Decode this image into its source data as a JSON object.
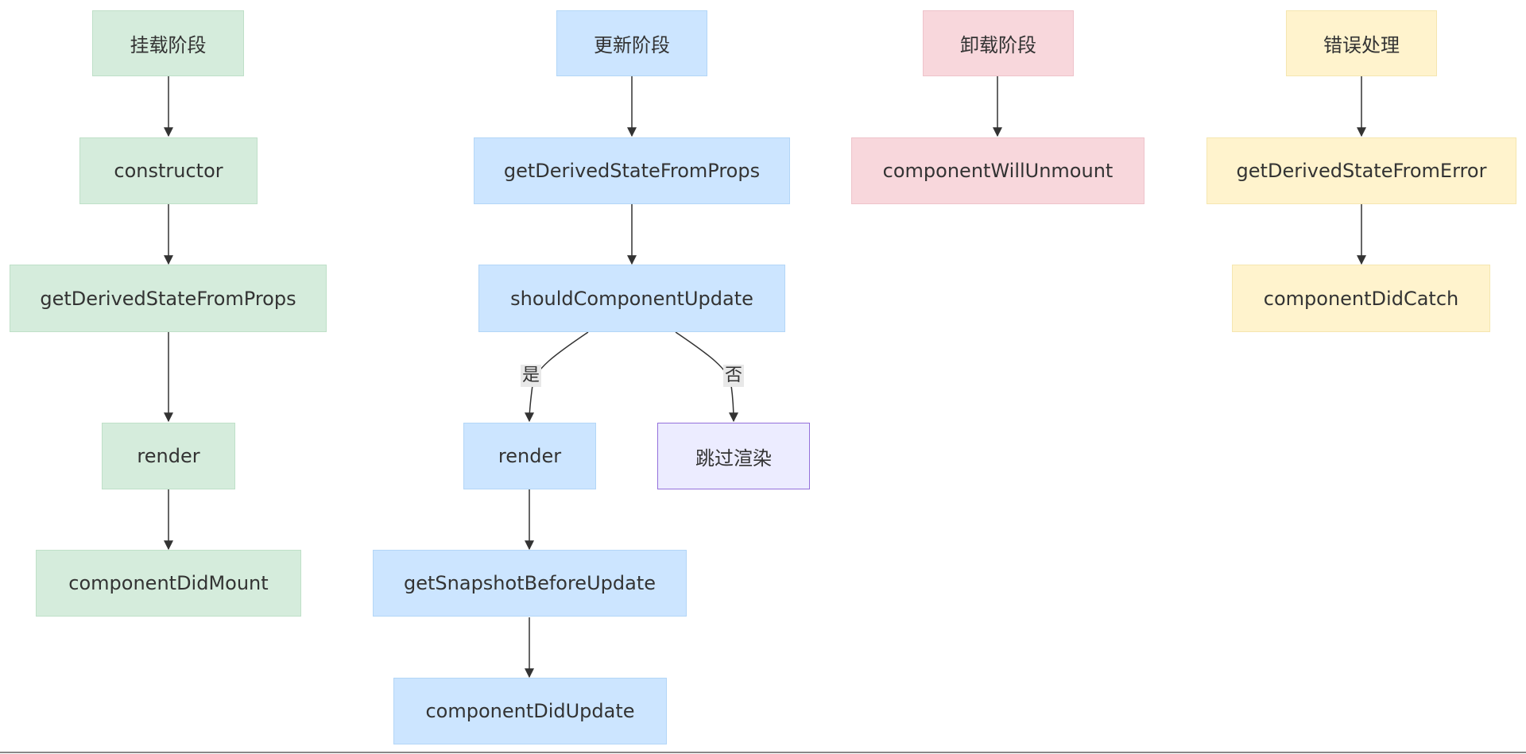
{
  "colors": {
    "mount": {
      "fill": "#d5ecdc",
      "stroke": "#bfe0c8"
    },
    "update": {
      "fill": "#cce5ff",
      "stroke": "#b3d6f7"
    },
    "unmount": {
      "fill": "#f8d7dc",
      "stroke": "#eec3ca"
    },
    "error": {
      "fill": "#fff3cd",
      "stroke": "#f5e6b0"
    },
    "skip": {
      "fill": "#ececff",
      "stroke": "#9370db"
    },
    "edge": "#333333"
  },
  "columns": {
    "mount": {
      "header": "挂载阶段",
      "steps": [
        "constructor",
        "getDerivedStateFromProps",
        "render",
        "componentDidMount"
      ]
    },
    "update": {
      "header": "更新阶段",
      "steps": [
        "getDerivedStateFromProps",
        "shouldComponentUpdate",
        "render",
        "getSnapshotBeforeUpdate",
        "componentDidUpdate"
      ],
      "skip": "跳过渲染"
    },
    "unmount": {
      "header": "卸载阶段",
      "steps": [
        "componentWillUnmount"
      ]
    },
    "error": {
      "header": "错误处理",
      "steps": [
        "getDerivedStateFromError",
        "componentDidCatch"
      ]
    }
  },
  "edge_labels": {
    "yes": "是",
    "no": "否"
  }
}
